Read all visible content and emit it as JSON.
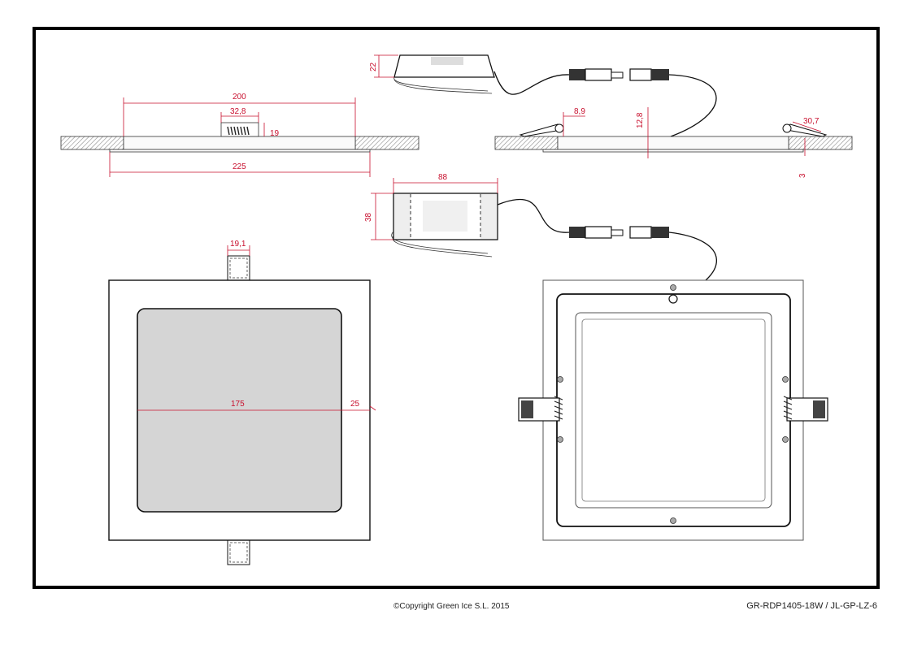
{
  "colors": {
    "frame": "#000000",
    "dimension": "#c8102e",
    "line": "#111111",
    "hatch": "#8a8a8a",
    "panel_fill": "#d5d5d5"
  },
  "dimensions": {
    "side_width": "200",
    "driver_socket_width": "32,8",
    "socket_height": "19",
    "overall_width": "225",
    "driver_side_height": "22",
    "clip_height": "8,9",
    "panel_thickness": "12,8",
    "clip_width": "30,7",
    "rim_thickness": "3",
    "driver_length": "88",
    "driver_height": "38",
    "spring_width": "19,1",
    "light_area": "175",
    "border": "25"
  },
  "footer": {
    "copyright": "©Copyright Green Ice S.L. 2015",
    "model": "GR-RDP1405-18W / JL-GP-LZ-6"
  }
}
